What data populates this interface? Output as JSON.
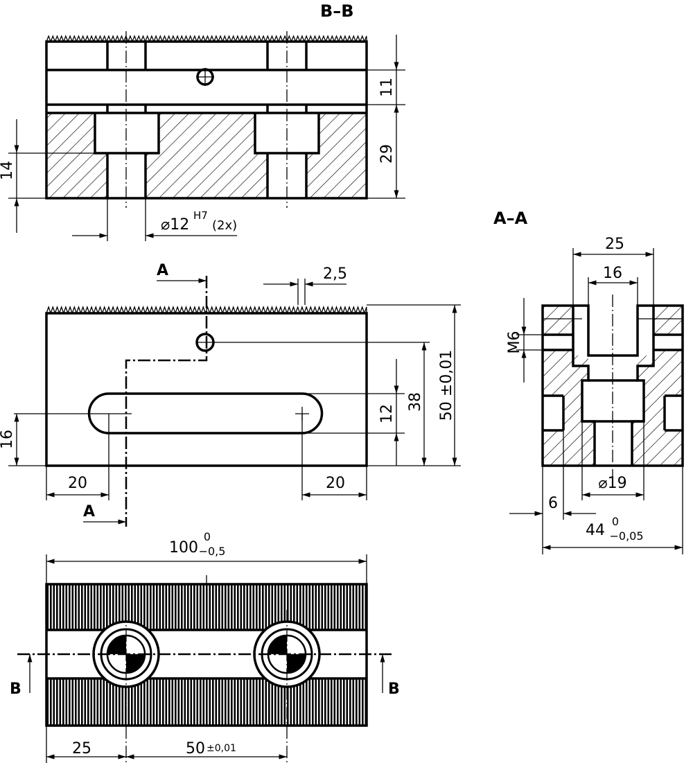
{
  "views": {
    "section_bb": {
      "title": "B–B"
    },
    "section_aa": {
      "title": "A–A"
    }
  },
  "dims": {
    "bb_11": "11",
    "bb_29": "29",
    "bb_14": "14",
    "bb_hole": "⌀12",
    "bb_hole_tol": "H7",
    "bb_hole_count": "(2x)",
    "front_pitch": "2,5",
    "front_38": "38",
    "front_12": "12",
    "front_50": "50 ±0,01",
    "front_16": "16",
    "front_20_left": "20",
    "front_20_right": "20",
    "aa_25": "25",
    "aa_16": "16",
    "aa_m6": "M6",
    "aa_19": "⌀19",
    "aa_6": "6",
    "aa_44": "44",
    "aa_44_upper": "0",
    "aa_44_lower": "−0,05",
    "top_100": "100",
    "top_100_upper": "0",
    "top_100_lower": "−0,5",
    "top_25": "25",
    "top_50": "50",
    "top_50_tol": "±0,01"
  },
  "section_marks": {
    "a_top": "A",
    "a_bottom": "A",
    "b_left": "B",
    "b_right": "B"
  }
}
